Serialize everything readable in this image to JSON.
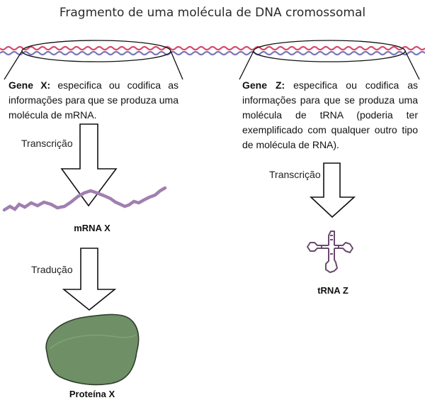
{
  "title": "Fragmento de uma molécula de DNA cromossomal",
  "gene_x": {
    "name": "Gene X:",
    "description": "especifica ou codifica as informações para que se produza uma molécula de mRNA.",
    "step1": "Transcrição",
    "product1": "mRNA X",
    "step2": "Tradução",
    "product2": "Proteína X"
  },
  "gene_z": {
    "name": "Gene Z:",
    "description": "especifica ou codifica as informações para que se produza uma molécula de tRNA (poderia ter exemplificado com qualquer outro tipo de molécula de RNA).",
    "step1": "Transcrição",
    "product1": "tRNA Z"
  },
  "colors": {
    "dna_strand_a": "#d94a6a",
    "dna_strand_b": "#7a76b8",
    "mrna": "#a07fb0",
    "trna": "#6a4a6e",
    "protein_fill": "#6f8f66"
  }
}
